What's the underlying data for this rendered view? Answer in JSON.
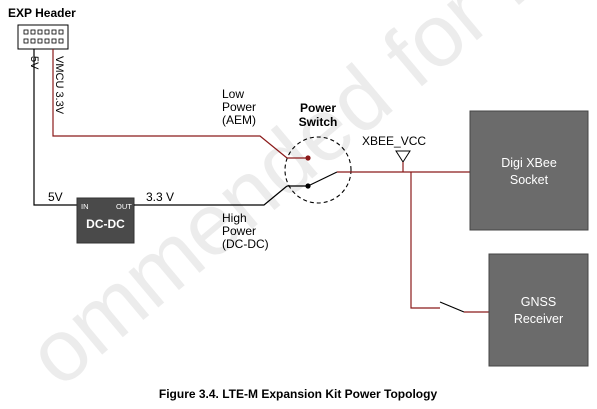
{
  "header": {
    "label": "EXP Header"
  },
  "rails": {
    "v5_vertical": "5V",
    "vmcu": "VMCU 3.3V",
    "v5_horizontal": "5V",
    "v33": "3.3 V"
  },
  "dcdc": {
    "in": "IN",
    "out": "OUT",
    "name": "DC-DC"
  },
  "switch_label": [
    "Power",
    "Switch"
  ],
  "low_power": [
    "Low",
    "Power",
    "(AEM)"
  ],
  "high_power": [
    "High",
    "Power",
    "(DC-DC)"
  ],
  "xbee_vcc": "XBEE_VCC",
  "xbee_socket": [
    "Digi XBee",
    "Socket"
  ],
  "gnss": [
    "GNSS",
    "Receiver"
  ],
  "caption": "Figure 3.4.  LTE-M Expansion Kit Power Topology",
  "watermark": "ommended for New",
  "colors": {
    "wire_red": "#8b1a1a",
    "box_fill": "#6b6b6b",
    "dcdc_fill": "#4a4a4a",
    "watermark": "#000000"
  }
}
